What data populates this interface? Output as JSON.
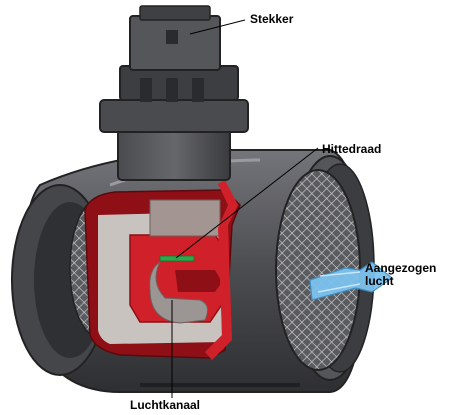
{
  "diagram": {
    "labels": {
      "stekker": "Stekker",
      "hittedraad": "Hittedraad",
      "aangezogen_lucht": [
        "Aangezogen",
        "lucht"
      ],
      "luchtkanaal": "Luchtkanaal"
    },
    "colors": {
      "housing_dark": "#3d3d40",
      "housing_mid": "#5f6064",
      "housing_light": "#8a8b8f",
      "cutaway_red": "#d0202a",
      "cutaway_dark_red": "#8e1016",
      "sensor_body": "#a39591",
      "hot_wire": "#2ea84a",
      "air_flow": "#7cc2ee",
      "mesh": "#c9c9cc"
    }
  }
}
